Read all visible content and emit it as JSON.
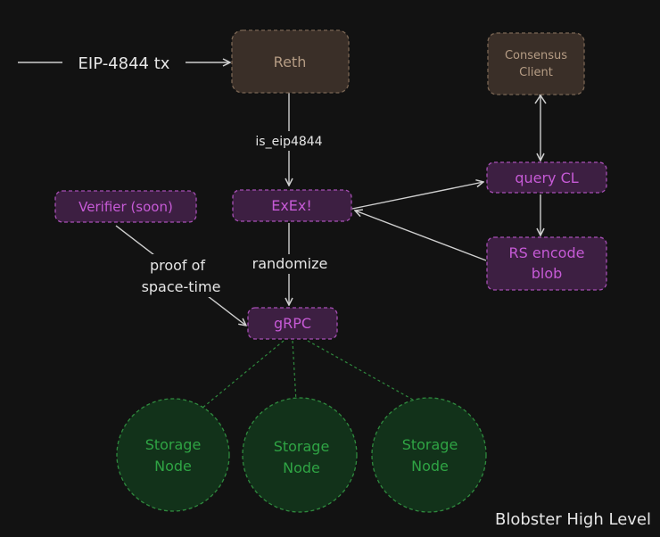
{
  "nodes": {
    "reth": {
      "label": "Reth"
    },
    "consensus": {
      "line1": "Consensus",
      "line2": "Client"
    },
    "query_cl": {
      "label": "query CL"
    },
    "exex": {
      "label": "ExEx!"
    },
    "verifier": {
      "label": "Verifier (soon)"
    },
    "rs_encode": {
      "line1": "RS encode",
      "line2": "blob"
    },
    "grpc": {
      "label": "gRPC"
    },
    "storage1": {
      "line1": "Storage",
      "line2": "Node"
    },
    "storage2": {
      "line1": "Storage",
      "line2": "Node"
    },
    "storage3": {
      "line1": "Storage",
      "line2": "Node"
    }
  },
  "edges": {
    "input_tx": "EIP-4844 tx",
    "is_eip4844": "is_eip4844",
    "randomize": "randomize",
    "proof_line1": "proof of",
    "proof_line2": "space-time"
  },
  "footer": {
    "title": "Blobster High Level"
  },
  "colors": {
    "background": "#121212",
    "arrow": "#cfcfcf",
    "brown_fill": "#3a2f28",
    "brown_border": "#7a6654",
    "brown_text": "#b59c84",
    "purple_fill": "#3d1f42",
    "purple_border": "#a74fb5",
    "purple_text": "#c65ad6",
    "green_fill": "#12321a",
    "green_border": "#2f8a3e",
    "green_text": "#2fa444",
    "label_text": "#e6e6e6"
  }
}
